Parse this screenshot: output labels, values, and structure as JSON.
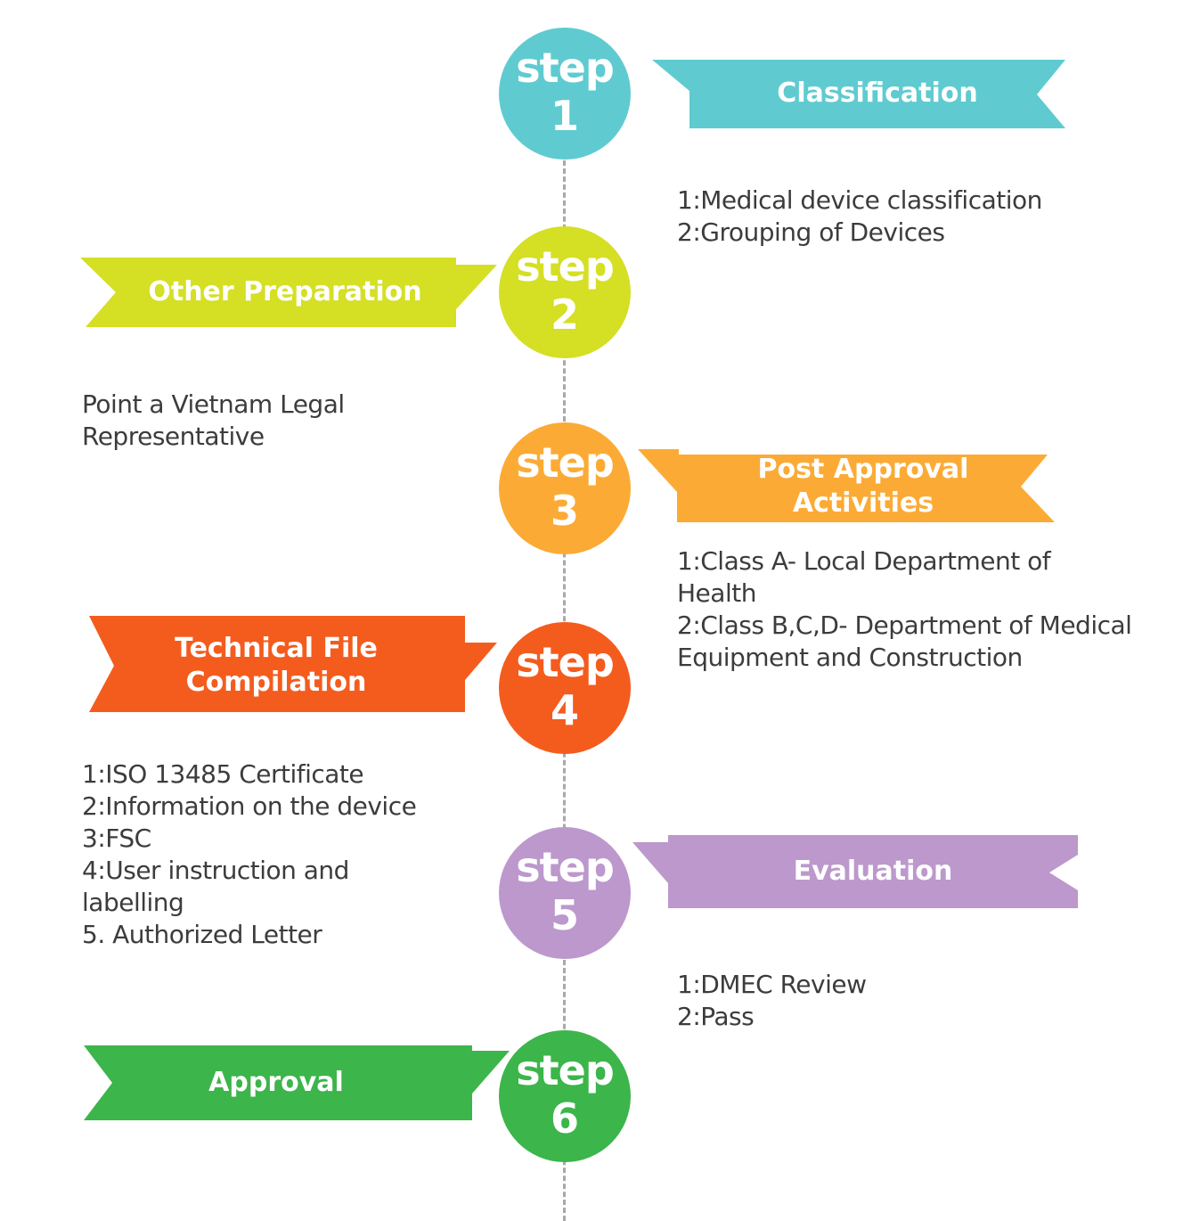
{
  "colors": {
    "step1": "#5fcbd0",
    "step2": "#d5df24",
    "step3": "#fbab35",
    "step4": "#f45c1e",
    "step5": "#bc98cc",
    "step6": "#3cb54a",
    "axis": "#a9a9a9"
  },
  "steps": [
    {
      "word": "step",
      "number": "1",
      "title": "Classification",
      "details": [
        "1:Medical device classification",
        "2:Grouping of Devices"
      ]
    },
    {
      "word": "step",
      "number": "2",
      "title": "Other Preparation",
      "details": [
        "Point a Vietnam Legal",
        "Representative"
      ]
    },
    {
      "word": "step",
      "number": "3",
      "title": "Post Approval Activities",
      "details": [
        "1:Class A- Local Department of",
        "Health",
        "2:Class B,C,D- Department of Medical",
        "Equipment and Construction"
      ]
    },
    {
      "word": "step",
      "number": "4",
      "title": "Technical File Compilation",
      "details": [
        "1:ISO 13485 Certificate",
        "2:Information on the device",
        "3:FSC",
        "4:User instruction and",
        "labelling",
        "5. Authorized Letter"
      ]
    },
    {
      "word": "step",
      "number": "5",
      "title": "Evaluation",
      "details": [
        "1:DMEC Review",
        "2:Pass"
      ]
    },
    {
      "word": "step",
      "number": "6",
      "title": "Approval",
      "details": []
    }
  ]
}
